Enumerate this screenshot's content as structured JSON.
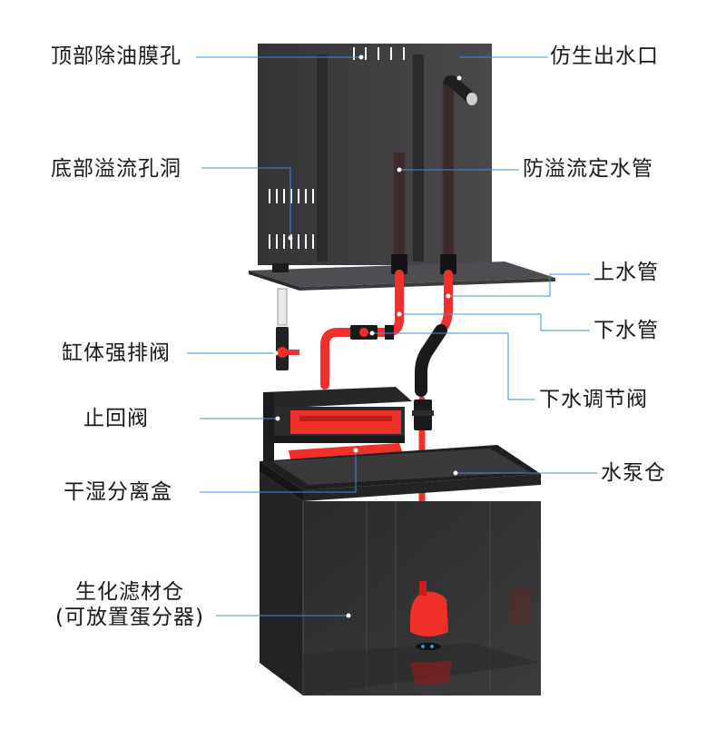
{
  "labels": {
    "top_oil_film_holes": "顶部除油膜孔",
    "bionic_outlet": "仿生出水口",
    "bottom_overflow_holes": "底部溢流孔洞",
    "anti_overflow_pipe": "防溢流定水管",
    "upper_water_pipe": "上水管",
    "lower_water_pipe": "下水管",
    "tank_drain_valve": "缸体强排阀",
    "drain_adjust_valve": "下水调节阀",
    "check_valve": "止回阀",
    "pump_chamber": "水泵仓",
    "dry_wet_box": "干湿分离盒",
    "bio_filter_line1": "生化滤材仓",
    "bio_filter_line2": "(可放置蛋分器)"
  },
  "colors": {
    "accent_red": "#f0302a",
    "leader_blue": "#3d8fe0",
    "dark_panel": "#3b3b3d",
    "glass": "#2e2e30"
  }
}
